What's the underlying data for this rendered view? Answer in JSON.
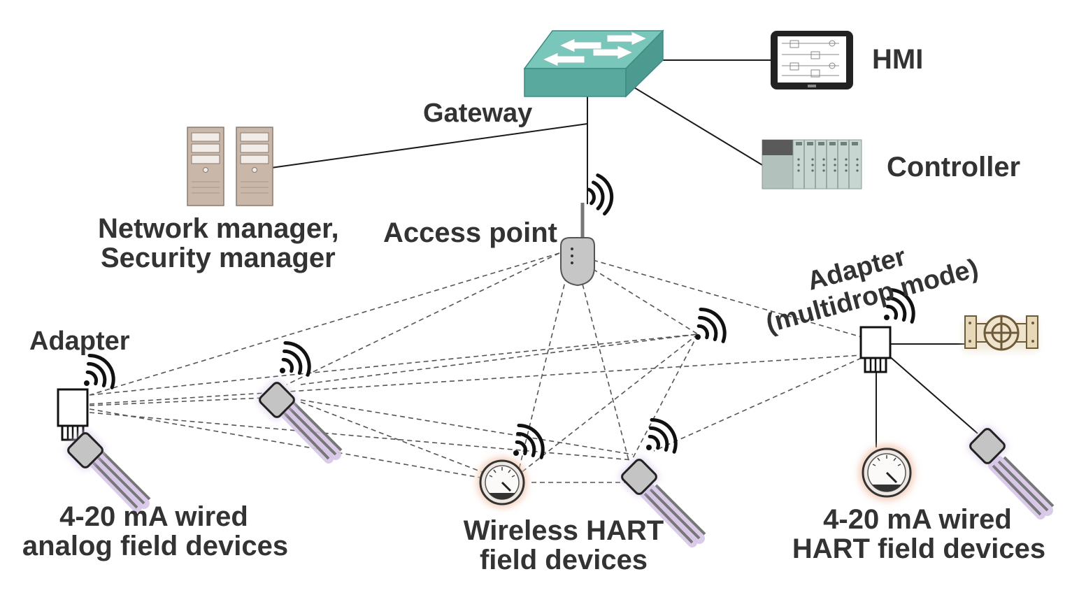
{
  "labels": {
    "gateway": "Gateway",
    "hmi": "HMI",
    "controller": "Controller",
    "network_manager_line1": "Network manager,",
    "network_manager_line2": "Security manager",
    "access_point": "Access point",
    "adapter_multidrop_line1": "Adapter",
    "adapter_multidrop_line2": "(multidrop mode)",
    "adapter_left": "Adapter",
    "analog_line1": "4-20 mA wired",
    "analog_line2": "analog field devices",
    "wireless_line1": "Wireless HART",
    "wireless_line2": "field devices",
    "hart_line1": "4-20 mA wired",
    "hart_line2": "HART field devices"
  },
  "colors": {
    "gateway_switch": "#5fb3a7",
    "server": "#c9b7aa",
    "controller": "#b9c9c2",
    "access_point": "#c6c6c6",
    "transmitter": "#c4c4c4",
    "transmitter_glow": "#d8c6e8",
    "gauge_halo": "#f2c9b3",
    "valve": "#e9dcc0",
    "label_text": "#333333"
  },
  "icons": [
    "network-switch-icon",
    "tablet-hmi-icon",
    "plc-controller-icon",
    "server-tower-icon",
    "wireless-access-point-icon",
    "adapter-box-icon",
    "temperature-transmitter-icon",
    "pressure-gauge-icon",
    "flow-meter-valve-icon",
    "wireless-signal-icon"
  ]
}
